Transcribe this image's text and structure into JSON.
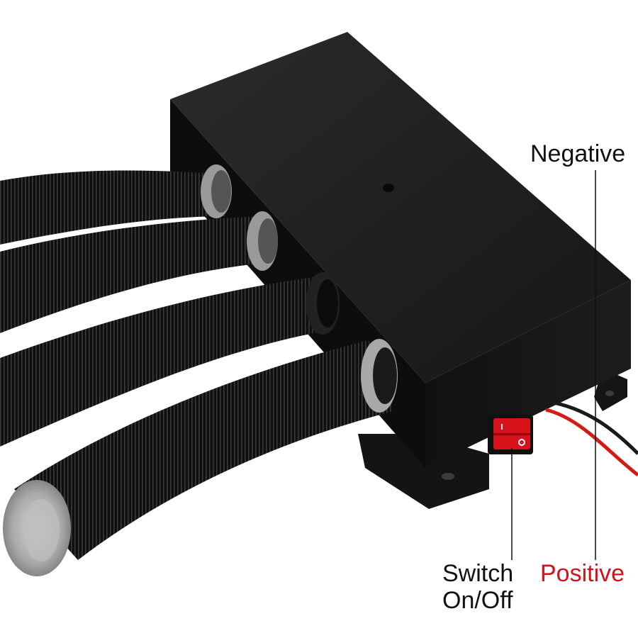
{
  "labels": {
    "negative": "Negative",
    "positive": "Positive",
    "switch_line1": "Switch",
    "switch_line2": "On/Off"
  },
  "colors": {
    "negative_text": "#111111",
    "positive_text": "#d0141c",
    "switch_text": "#111111",
    "housing": "#1a1a1a",
    "hose": "#101010",
    "clamp": "#b8b8b8",
    "rocker_switch": "#d8121a",
    "wire_red": "#d41a14"
  },
  "icons": {
    "switch": "rocker-switch-icon"
  }
}
